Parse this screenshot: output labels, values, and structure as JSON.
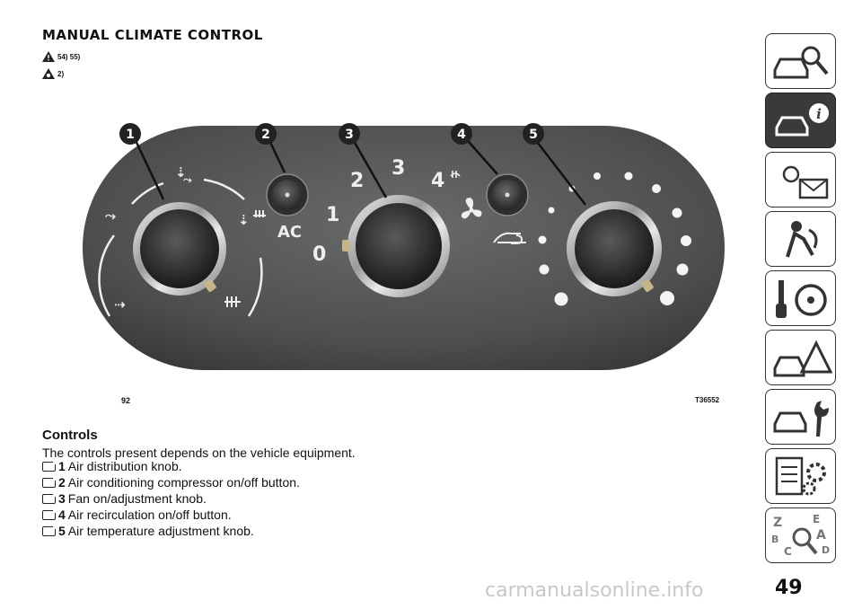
{
  "section_title": "MANUAL CLIMATE CONTROL",
  "warning_refs": "54) 55)",
  "note_refs": "2)",
  "figure": {
    "number": "92",
    "code": "T36552",
    "callouts": [
      "1",
      "2",
      "3",
      "4",
      "5"
    ],
    "labels": {
      "ac": "AC",
      "fan_0": "0",
      "fan_1": "1",
      "fan_2": "2",
      "fan_3": "3",
      "fan_4": "4"
    }
  },
  "controls": {
    "heading": "Controls",
    "intro": "The controls present depends on the vehicle equipment.",
    "items": [
      {
        "num": "1",
        "text": "Air distribution knob."
      },
      {
        "num": "2",
        "text": "Air conditioning compressor on/off button."
      },
      {
        "num": "3",
        "text": "Fan on/adjustment knob."
      },
      {
        "num": "4",
        "text": "Air recirculation on/off button."
      },
      {
        "num": "5",
        "text": "Air temperature adjustment knob."
      }
    ]
  },
  "sidebar_icons": [
    "car-search-icon",
    "car-info-icon",
    "warning-light-envelope-icon",
    "airbag-seat-icon",
    "key-steering-icon",
    "car-warning-triangle-icon",
    "car-wrench-icon",
    "gear-list-icon",
    "alphabet-index-icon"
  ],
  "page_number": "49",
  "watermark": "carmanualsonline.info"
}
